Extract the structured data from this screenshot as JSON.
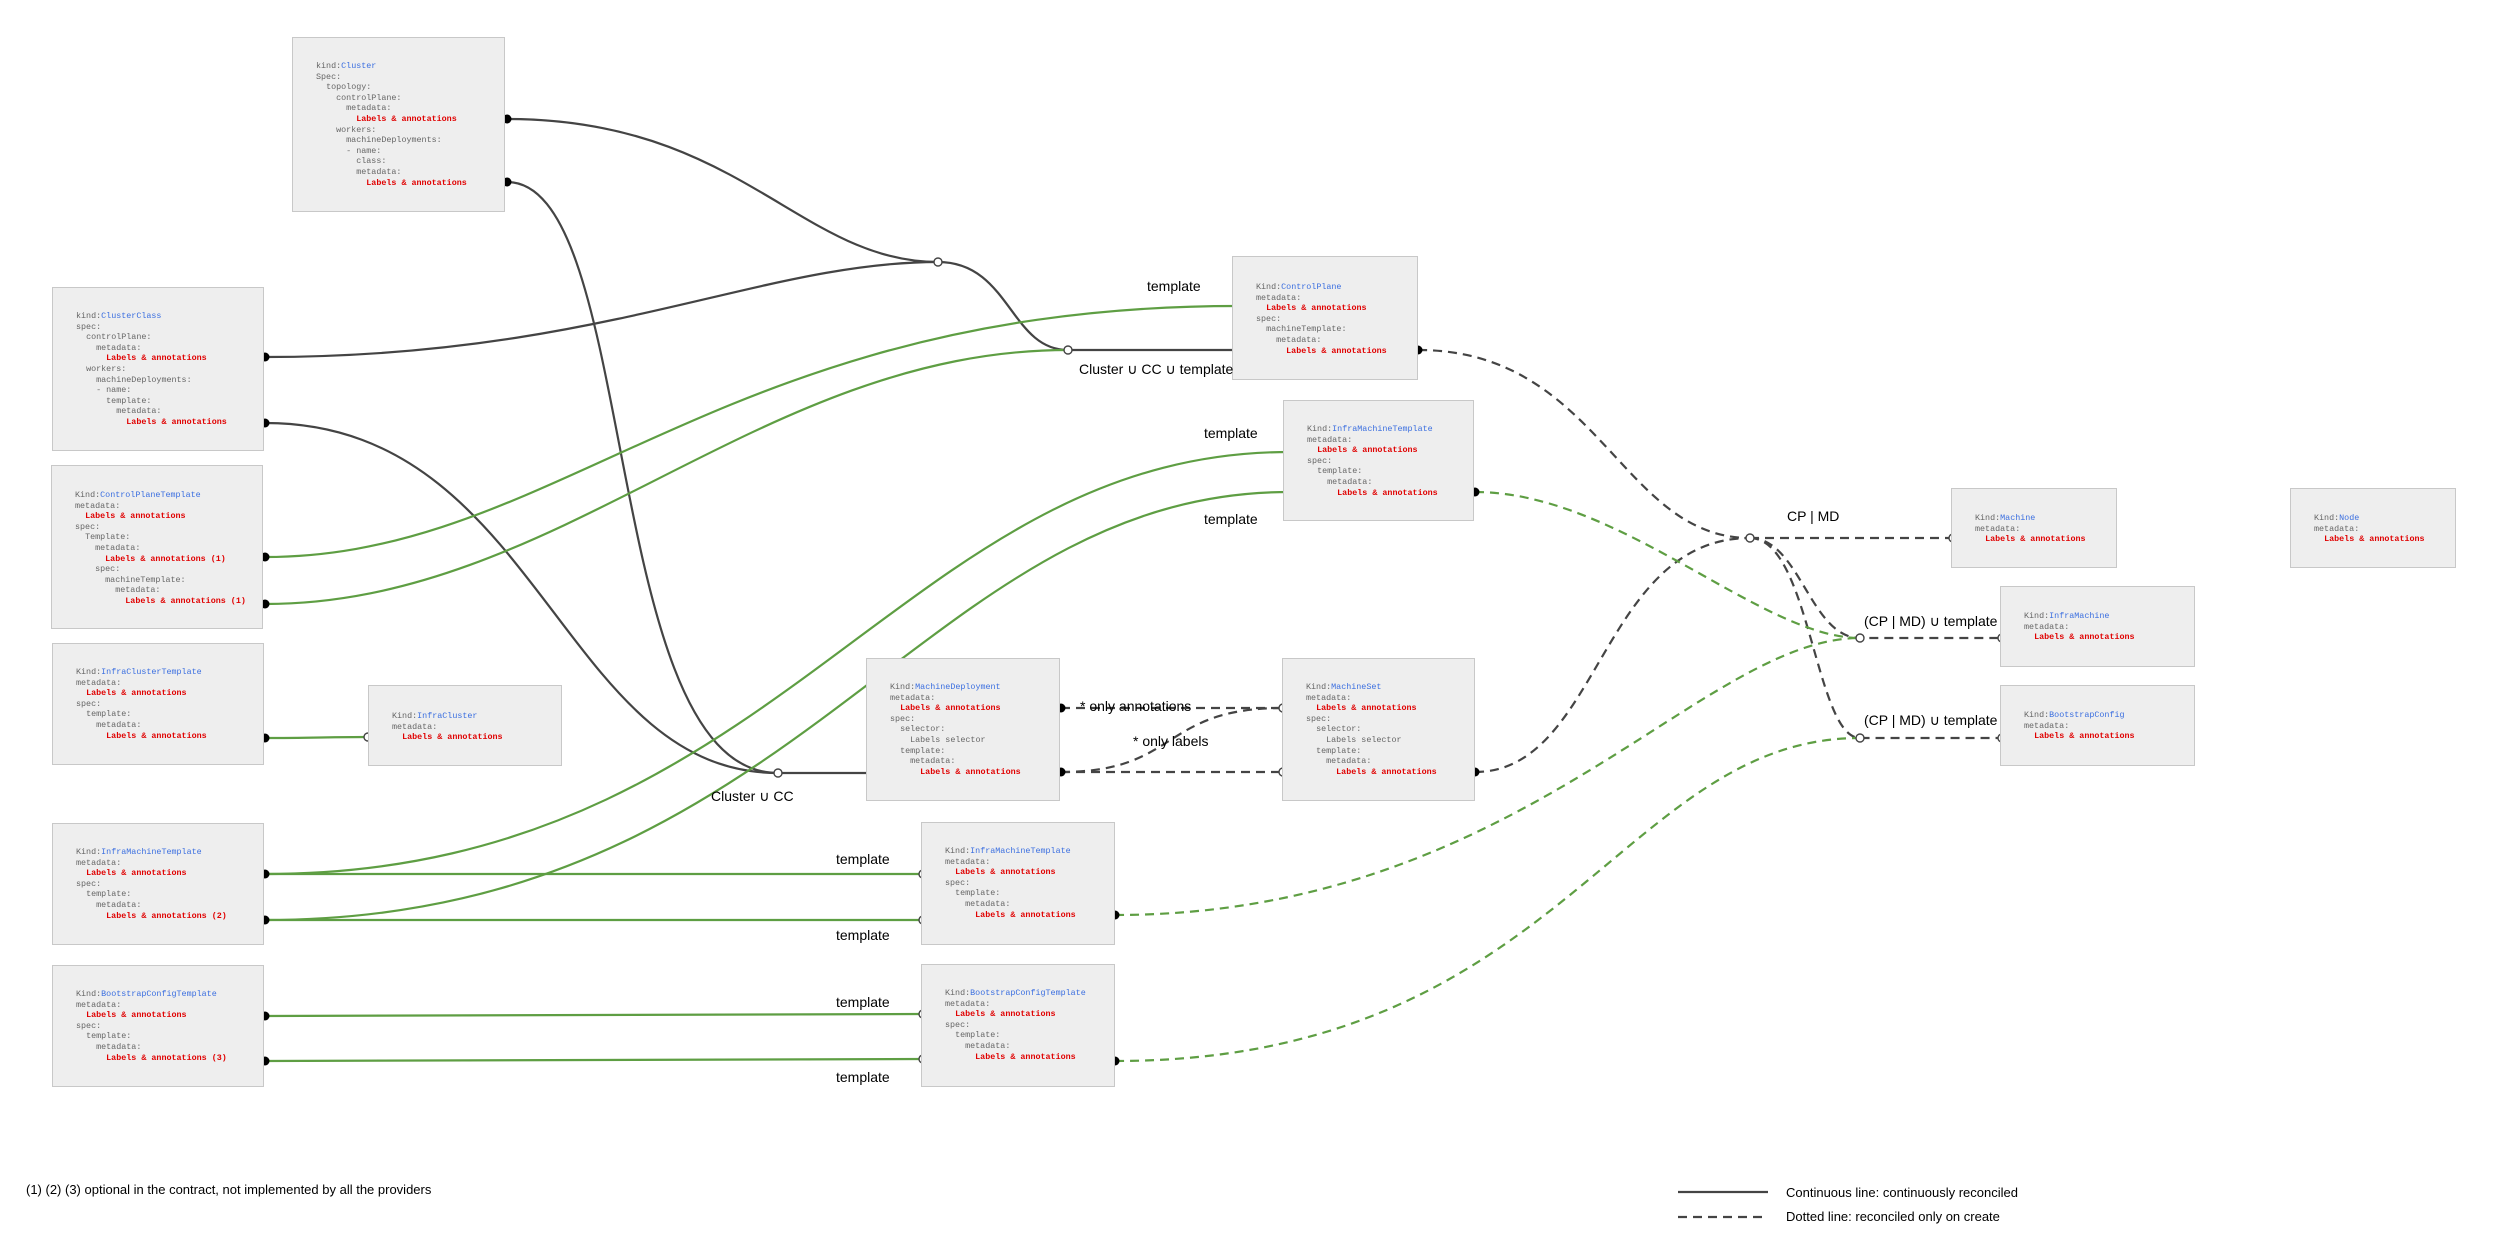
{
  "boxes": {
    "cluster": [
      {
        "indent": "",
        "t": "p",
        "pre": "kind:",
        "v": "Cluster"
      },
      {
        "indent": "",
        "t": "plain",
        "v": "Spec:"
      },
      {
        "indent": "  ",
        "t": "plain",
        "v": "topology:"
      },
      {
        "indent": "    ",
        "t": "plain",
        "v": "controlPlane:"
      },
      {
        "indent": "      ",
        "t": "plain",
        "v": "metadata:"
      },
      {
        "indent": "        ",
        "t": "red",
        "v": "Labels & annotations"
      },
      {
        "indent": "    ",
        "t": "plain",
        "v": "workers:"
      },
      {
        "indent": "      ",
        "t": "plain",
        "v": "machineDeployments:"
      },
      {
        "indent": "      ",
        "t": "plain",
        "v": "- name:"
      },
      {
        "indent": "        ",
        "t": "plain",
        "v": "class:"
      },
      {
        "indent": "        ",
        "t": "plain",
        "v": "metadata:"
      },
      {
        "indent": "          ",
        "t": "red",
        "v": "Labels & annotations"
      }
    ],
    "cluster_class": [
      {
        "indent": "",
        "t": "p",
        "pre": "kind:",
        "v": "ClusterClass"
      },
      {
        "indent": "",
        "t": "plain",
        "v": "spec:"
      },
      {
        "indent": "  ",
        "t": "plain",
        "v": "controlPlane:"
      },
      {
        "indent": "    ",
        "t": "plain",
        "v": "metadata:"
      },
      {
        "indent": "      ",
        "t": "red",
        "v": "Labels & annotations"
      },
      {
        "indent": "  ",
        "t": "plain",
        "v": "workers:"
      },
      {
        "indent": "    ",
        "t": "plain",
        "v": "machineDeployments:"
      },
      {
        "indent": "    ",
        "t": "plain",
        "v": "- name:"
      },
      {
        "indent": "      ",
        "t": "plain",
        "v": "template:"
      },
      {
        "indent": "        ",
        "t": "plain",
        "v": "metadata:"
      },
      {
        "indent": "          ",
        "t": "red",
        "v": "Labels & annotations"
      }
    ],
    "control_plane_template": [
      {
        "indent": "",
        "t": "p",
        "pre": "Kind:",
        "v": "ControlPlaneTemplate"
      },
      {
        "indent": "",
        "t": "plain",
        "v": "metadata:"
      },
      {
        "indent": "  ",
        "t": "red",
        "v": "Labels & annotations"
      },
      {
        "indent": "",
        "t": "plain",
        "v": "spec:"
      },
      {
        "indent": "  ",
        "t": "plain",
        "v": "Template:"
      },
      {
        "indent": "    ",
        "t": "plain",
        "v": "metadata:"
      },
      {
        "indent": "      ",
        "t": "red",
        "v": "Labels & annotations (1)"
      },
      {
        "indent": "    ",
        "t": "plain",
        "v": "spec:"
      },
      {
        "indent": "      ",
        "t": "plain",
        "v": "machineTemplate:"
      },
      {
        "indent": "        ",
        "t": "plain",
        "v": "metadata:"
      },
      {
        "indent": "          ",
        "t": "red",
        "v": "Labels & annotations (1)"
      }
    ],
    "infra_cluster_template": [
      {
        "indent": "",
        "t": "p",
        "pre": "Kind:",
        "v": "InfraClusterTemplate"
      },
      {
        "indent": "",
        "t": "plain",
        "v": "metadata:"
      },
      {
        "indent": "  ",
        "t": "red",
        "v": "Labels & annotations"
      },
      {
        "indent": "",
        "t": "plain",
        "v": "spec:"
      },
      {
        "indent": "  ",
        "t": "plain",
        "v": "template:"
      },
      {
        "indent": "    ",
        "t": "plain",
        "v": "metadata:"
      },
      {
        "indent": "      ",
        "t": "red",
        "v": "Labels & annotations"
      }
    ],
    "infra_machine_template_left": [
      {
        "indent": "",
        "t": "p",
        "pre": "Kind:",
        "v": "InfraMachineTemplate"
      },
      {
        "indent": "",
        "t": "plain",
        "v": "metadata:"
      },
      {
        "indent": "  ",
        "t": "red",
        "v": "Labels & annotations"
      },
      {
        "indent": "",
        "t": "plain",
        "v": "spec:"
      },
      {
        "indent": "  ",
        "t": "plain",
        "v": "template:"
      },
      {
        "indent": "    ",
        "t": "plain",
        "v": "metadata:"
      },
      {
        "indent": "      ",
        "t": "red",
        "v": "Labels & annotations (2)"
      }
    ],
    "bootstrap_config_template_left": [
      {
        "indent": "",
        "t": "p",
        "pre": "Kind:",
        "v": "BootstrapConfigTemplate"
      },
      {
        "indent": "",
        "t": "plain",
        "v": "metadata:"
      },
      {
        "indent": "  ",
        "t": "red",
        "v": "Labels & annotations"
      },
      {
        "indent": "",
        "t": "plain",
        "v": "spec:"
      },
      {
        "indent": "  ",
        "t": "plain",
        "v": "template:"
      },
      {
        "indent": "    ",
        "t": "plain",
        "v": "metadata:"
      },
      {
        "indent": "      ",
        "t": "red",
        "v": "Labels & annotations (3)"
      }
    ],
    "infra_cluster": [
      {
        "indent": "",
        "t": "p",
        "pre": "Kind:",
        "v": "InfraCluster"
      },
      {
        "indent": "",
        "t": "plain",
        "v": "metadata:"
      },
      {
        "indent": "  ",
        "t": "red",
        "v": "Labels & annotations"
      }
    ],
    "control_plane": [
      {
        "indent": "",
        "t": "p",
        "pre": "Kind:",
        "v": "ControlPlane"
      },
      {
        "indent": "",
        "t": "plain",
        "v": "metadata:"
      },
      {
        "indent": "  ",
        "t": "red",
        "v": "Labels & annotations"
      },
      {
        "indent": "",
        "t": "plain",
        "v": "spec:"
      },
      {
        "indent": "  ",
        "t": "plain",
        "v": "machineTemplate:"
      },
      {
        "indent": "    ",
        "t": "plain",
        "v": "metadata:"
      },
      {
        "indent": "      ",
        "t": "red",
        "v": "Labels & annotations"
      }
    ],
    "infra_machine_template_mid": [
      {
        "indent": "",
        "t": "p",
        "pre": "Kind:",
        "v": "InfraMachineTemplate"
      },
      {
        "indent": "",
        "t": "plain",
        "v": "metadata:"
      },
      {
        "indent": "  ",
        "t": "red",
        "v": "Labels & annotations"
      },
      {
        "indent": "",
        "t": "plain",
        "v": "spec:"
      },
      {
        "indent": "  ",
        "t": "plain",
        "v": "template:"
      },
      {
        "indent": "    ",
        "t": "plain",
        "v": "metadata:"
      },
      {
        "indent": "      ",
        "t": "red",
        "v": "Labels & annotations"
      }
    ],
    "machine_deployment": [
      {
        "indent": "",
        "t": "p",
        "pre": "Kind:",
        "v": "MachineDeployment"
      },
      {
        "indent": "",
        "t": "plain",
        "v": "metadata:"
      },
      {
        "indent": "  ",
        "t": "red",
        "v": "Labels & annotations"
      },
      {
        "indent": "",
        "t": "plain",
        "v": "spec:"
      },
      {
        "indent": "  ",
        "t": "plain",
        "v": "selector:"
      },
      {
        "indent": "    ",
        "t": "plain",
        "v": "Labels selector"
      },
      {
        "indent": "  ",
        "t": "plain",
        "v": "template:"
      },
      {
        "indent": "    ",
        "t": "plain",
        "v": "metadata:"
      },
      {
        "indent": "      ",
        "t": "red",
        "v": "Labels & annotations"
      }
    ],
    "machine_set": [
      {
        "indent": "",
        "t": "p",
        "pre": "Kind:",
        "v": "MachineSet"
      },
      {
        "indent": "",
        "t": "plain",
        "v": "metadata:"
      },
      {
        "indent": "  ",
        "t": "red",
        "v": "Labels & annotations"
      },
      {
        "indent": "",
        "t": "plain",
        "v": "spec:"
      },
      {
        "indent": "  ",
        "t": "plain",
        "v": "selector:"
      },
      {
        "indent": "    ",
        "t": "plain",
        "v": "Labels selector"
      },
      {
        "indent": "  ",
        "t": "plain",
        "v": "template:"
      },
      {
        "indent": "    ",
        "t": "plain",
        "v": "metadata:"
      },
      {
        "indent": "      ",
        "t": "red",
        "v": "Labels & annotations"
      }
    ],
    "infra_machine_template_bottom": [
      {
        "indent": "",
        "t": "p",
        "pre": "Kind:",
        "v": "InfraMachineTemplate"
      },
      {
        "indent": "",
        "t": "plain",
        "v": "metadata:"
      },
      {
        "indent": "  ",
        "t": "red",
        "v": "Labels & annotations"
      },
      {
        "indent": "",
        "t": "plain",
        "v": "spec:"
      },
      {
        "indent": "  ",
        "t": "plain",
        "v": "template:"
      },
      {
        "indent": "    ",
        "t": "plain",
        "v": "metadata:"
      },
      {
        "indent": "      ",
        "t": "red",
        "v": "Labels & annotations"
      }
    ],
    "bootstrap_config_template_bottom": [
      {
        "indent": "",
        "t": "p",
        "pre": "Kind:",
        "v": "BootstrapConfigTemplate"
      },
      {
        "indent": "",
        "t": "plain",
        "v": "metadata:"
      },
      {
        "indent": "  ",
        "t": "red",
        "v": "Labels & annotations"
      },
      {
        "indent": "",
        "t": "plain",
        "v": "spec:"
      },
      {
        "indent": "  ",
        "t": "plain",
        "v": "template:"
      },
      {
        "indent": "    ",
        "t": "plain",
        "v": "metadata:"
      },
      {
        "indent": "      ",
        "t": "red",
        "v": "Labels & annotations"
      }
    ],
    "machine": [
      {
        "indent": "",
        "t": "p",
        "pre": "Kind:",
        "v": "Machine"
      },
      {
        "indent": "",
        "t": "plain",
        "v": "metadata:"
      },
      {
        "indent": "  ",
        "t": "red",
        "v": "Labels & annotations"
      }
    ],
    "node": [
      {
        "indent": "",
        "t": "p",
        "pre": "Kind:",
        "v": "Node"
      },
      {
        "indent": "",
        "t": "plain",
        "v": "metadata:"
      },
      {
        "indent": "  ",
        "t": "red",
        "v": "Labels & annotations"
      }
    ],
    "infra_machine": [
      {
        "indent": "",
        "t": "p",
        "pre": "Kind:",
        "v": "InfraMachine"
      },
      {
        "indent": "",
        "t": "plain",
        "v": "metadata:"
      },
      {
        "indent": "  ",
        "t": "red",
        "v": "Labels & annotations"
      }
    ],
    "bootstrap_config": [
      {
        "indent": "",
        "t": "p",
        "pre": "Kind:",
        "v": "BootstrapConfig"
      },
      {
        "indent": "",
        "t": "plain",
        "v": "metadata:"
      },
      {
        "indent": "  ",
        "t": "red",
        "v": "Labels & annotations"
      }
    ]
  },
  "labels": {
    "template": "template",
    "cluster_cc_template": "Cluster ∪ CC ∪ template",
    "cluster_cc": "Cluster ∪ CC",
    "only_annotations": "* only annotations",
    "only_labels": "* only labels",
    "cp_md": "CP | MD",
    "cp_md_template": "(CP | MD) ∪ template"
  },
  "footnote": "(1) (2) (3) optional in the contract, not implemented by all the providers",
  "legend": {
    "continuous": "Continuous line: continuously reconciled",
    "dotted": "Dotted line: reconciled only on create"
  },
  "colors": {
    "black_line": "#444444",
    "green_line": "#5e9e43",
    "kind": "#3b6fe0",
    "red_text": "#e00000",
    "box_bg": "#eeeeee"
  }
}
